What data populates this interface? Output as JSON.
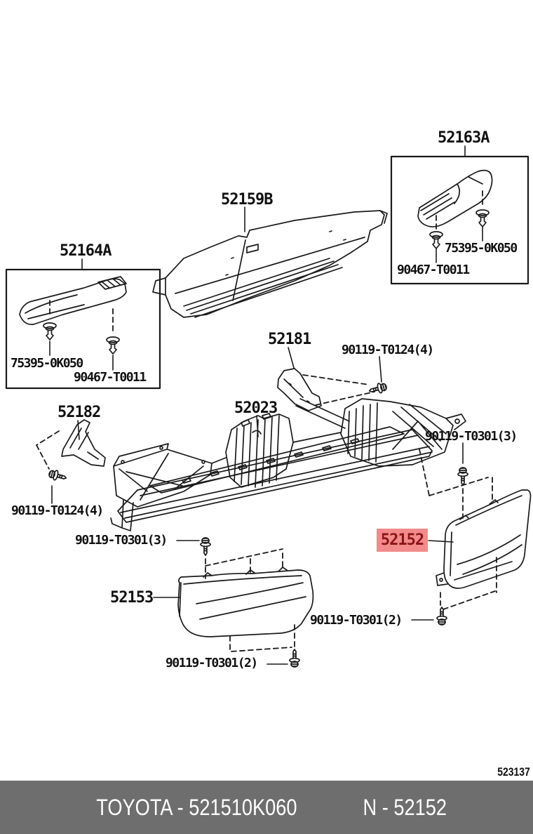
{
  "diagram": {
    "figure_number": "523137",
    "line_color": "#1a1a1a",
    "highlight": {
      "bg": "#f28b8b",
      "fg": "#8b1515"
    },
    "labels": [
      {
        "role": "part",
        "text": "52163A"
      },
      {
        "role": "fastener",
        "text": "75395-0K050"
      },
      {
        "role": "fastener",
        "text": "90467-T0011"
      },
      {
        "role": "part",
        "text": "52159B"
      },
      {
        "role": "part",
        "text": "52164A"
      },
      {
        "role": "fastener",
        "text": "75395-0K050"
      },
      {
        "role": "fastener",
        "text": "90467-T0011"
      },
      {
        "role": "part",
        "text": "52181"
      },
      {
        "role": "fastener",
        "text": "90119-T0124(4)"
      },
      {
        "role": "part",
        "text": "52023"
      },
      {
        "role": "part",
        "text": "52182"
      },
      {
        "role": "fastener",
        "text": "90119-T0301(3)"
      },
      {
        "role": "fastener",
        "text": "90119-T0124(4)"
      },
      {
        "role": "fastener",
        "text": "90119-T0301(3)"
      },
      {
        "role": "part-highlighted",
        "text": "52152"
      },
      {
        "role": "part",
        "text": "52153"
      },
      {
        "role": "fastener",
        "text": "90119-T0301(2)"
      },
      {
        "role": "fastener",
        "text": "90119-T0301(2)"
      }
    ]
  },
  "footer": {
    "bg": "#6e6e6e",
    "fg": "#ffffff",
    "text_left": "TOYOTA - 521510K060",
    "text_right": "N - 52152"
  }
}
